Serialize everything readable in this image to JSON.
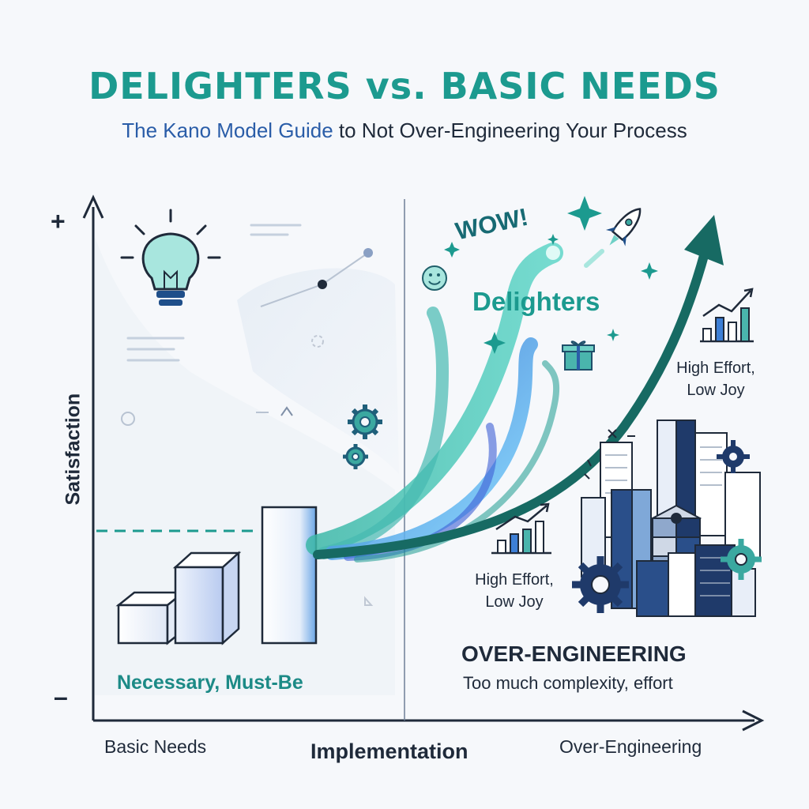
{
  "header": {
    "title": "DELIGHTERS vs. BASIC NEEDS",
    "subtitle_accent": "The Kano Model Guide",
    "subtitle_rest": " to Not Over-Engineering Your Process"
  },
  "axes": {
    "y_label": "Satisfaction",
    "y_plus": "+",
    "y_minus": "–",
    "x_labels": [
      "Basic Needs",
      "Implementation",
      "Over-Engineering"
    ]
  },
  "labels": {
    "wow": "WOW!",
    "delighters": "Delighters",
    "high_effort_top": [
      "High Effort,",
      "Low Joy"
    ],
    "high_effort_mid": [
      "High Effort,",
      "Low Joy"
    ],
    "over_title": "OVER-ENGINEERING",
    "over_sub": "Too much complexity, effort",
    "must_be": "Necessary, Must-Be"
  },
  "icons": [
    "lightbulb-icon",
    "gear-icon",
    "smiley-icon",
    "rocket-icon",
    "gift-icon",
    "sparkle-icon",
    "bar-chart-icon",
    "city-buildings-icon"
  ],
  "colors": {
    "teal": "#1c9a8f",
    "navy": "#1f2a3a",
    "blue": "#2a5da8",
    "arrow": "#176a63"
  }
}
